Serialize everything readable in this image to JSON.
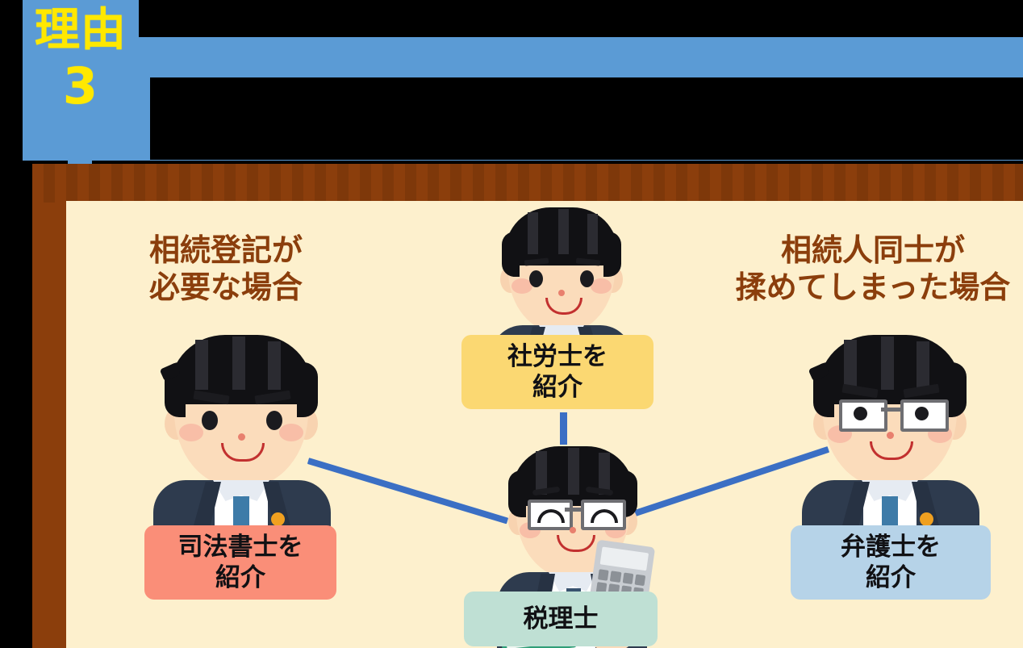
{
  "page": {
    "background_color": "#000000",
    "accent_blue": "#5b9bd5",
    "frame_brown": "#8b3e0c",
    "panel_cream": "#fdf0cd",
    "connector_blue": "#3b6fc4"
  },
  "badge": {
    "label": "理由",
    "number": "3",
    "text_color": "#ffe800",
    "background_color": "#5b9bd5"
  },
  "header": {
    "title": "",
    "title_state": "redacted",
    "band_color": "#5b9bd5",
    "redaction_color": "#000000"
  },
  "headings": {
    "left": "相続登記が\n必要な場合",
    "right": "相続人同士が\n揉めてしまった場合",
    "color": "#8b3e0c"
  },
  "boxes": [
    {
      "id": "shakaihoken-roumushi",
      "label": "社労士を\n紹介",
      "color": "#fbd872"
    },
    {
      "id": "shihoshoshi",
      "label": "司法書士を\n紹介",
      "color": "#fa8e78"
    },
    {
      "id": "bengoshi",
      "label": "弁護士を\n紹介",
      "color": "#b6d3e8"
    },
    {
      "id": "zeirishi",
      "label": "税理士",
      "color": "#bfe0d4"
    }
  ],
  "people": [
    {
      "id": "person-top",
      "role": "社労士",
      "glasses": false,
      "badge": false
    },
    {
      "id": "person-left",
      "role": "司法書士",
      "glasses": false,
      "badge": true
    },
    {
      "id": "person-right",
      "role": "弁護士",
      "glasses": true,
      "badge": true
    },
    {
      "id": "person-center",
      "role": "税理士",
      "glasses": true,
      "badge": false,
      "props": "calculator, ledger"
    }
  ],
  "connectors": [
    {
      "id": "center-to-top",
      "from": "person-center",
      "to": "box-yellow"
    },
    {
      "id": "center-to-left",
      "from": "person-center",
      "to": "person-left"
    },
    {
      "id": "center-to-right",
      "from": "person-center",
      "to": "person-right"
    }
  ]
}
